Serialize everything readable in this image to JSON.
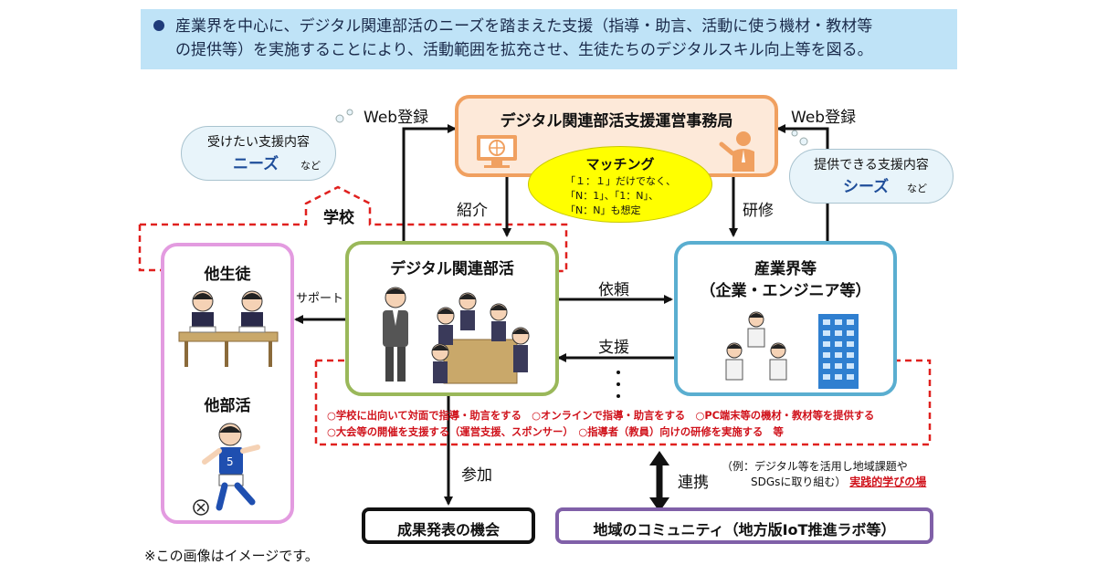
{
  "banner": {
    "line1": "産業界を中心に、デジタル関連部活のニーズを踏まえた支援（指導・助言、活動に使う機材・教材等",
    "line2": "の提供等）を実施することにより、活動範囲を拡充させ、生徒たちのデジタルスキル向上等を図る。"
  },
  "office": {
    "title": "デジタル関連部活支援運営事務局"
  },
  "matching": {
    "title": "マッチング",
    "line1": "「１：１」だけでなく、",
    "line2": "「N：1」、「1：N」、",
    "line3": "「N：N」も想定"
  },
  "clouds": {
    "left": {
      "line1": "受けたい支援内容",
      "emphasis": "ニーズ",
      "suffix": "など"
    },
    "right": {
      "line1": "提供できる支援内容",
      "emphasis": "シーズ",
      "suffix": "など"
    }
  },
  "arrows": {
    "web_left": "Web登録",
    "web_right": "Web登録",
    "introduce": "紹介",
    "training": "研修",
    "request": "依頼",
    "support": "支援",
    "support_students": "サポート",
    "participate": "参加",
    "cooperation": "連携"
  },
  "school": {
    "label": "学校"
  },
  "club": {
    "title": "デジタル関連部活"
  },
  "industry": {
    "title": "産業界等",
    "subtitle": "（企業・エンジニア等）"
  },
  "students": {
    "title": "他生徒",
    "club_title": "他部活"
  },
  "support_list": {
    "line1": "○学校に出向いて対面で指導・助言をする　○オンラインで指導・助言をする　○PC端末等の機材・教材等を提供する",
    "line2": "○大会等の開催を支援する（運営支援、スポンサー）　○指導者（教員）向けの研修を実施する　等"
  },
  "result": {
    "label": "成果発表の機会"
  },
  "community": {
    "label": "地域のコミュニティ（地方版IoT推進ラボ等）"
  },
  "cooperation_note": {
    "line1": "（例：デジタル等を活用し地域課題や",
    "line2": "SDGsに取り組む）",
    "highlight": "実践的学びの場"
  },
  "footnote": "※この画像はイメージです。",
  "colors": {
    "banner_bg": "#bfe3f7",
    "office_border": "#f0a060",
    "office_bg": "#fde9d9",
    "club_border": "#9ab85a",
    "industry_border": "#5aaed0",
    "students_border": "#e39be0",
    "community_border": "#8060a8",
    "dashed_red": "#e0201e",
    "matching_bg": "#ffff00"
  }
}
